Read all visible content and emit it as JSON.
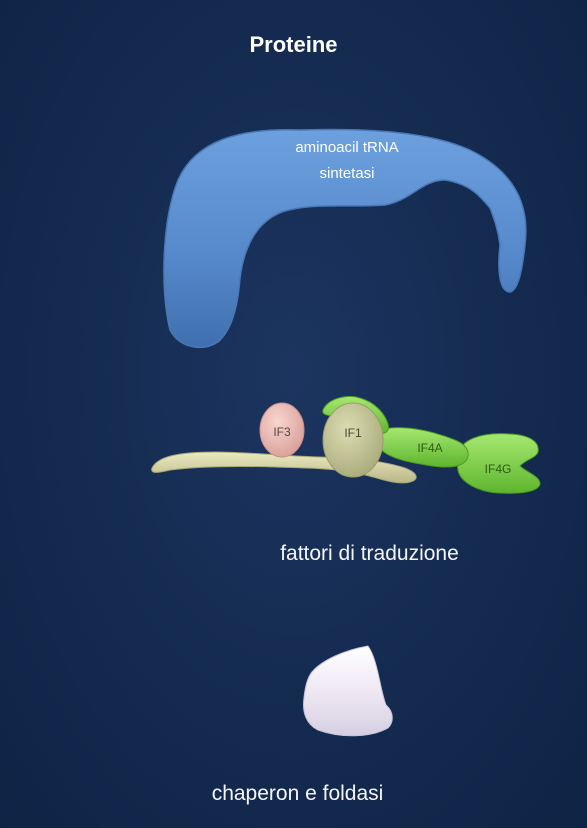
{
  "title": "Proteine",
  "synthetase": {
    "line1": "aminoacil tRNA",
    "line2": "sintetasi"
  },
  "factors": {
    "if3": "IF3",
    "if1": "IF1",
    "if4a": "IF4A",
    "if4g": "IF4G",
    "caption": "fattori di traduzione"
  },
  "chaperon": {
    "caption": "chaperon e foldasi"
  },
  "colors": {
    "background": "#142a4f",
    "synthetase": "#5b8fd1",
    "mrna_strand": "#d8d6a2",
    "if1": "#c7c99a",
    "if3": "#f0c2bb",
    "if4": "#7fd24a",
    "chaperon": "#f4f1f7"
  }
}
